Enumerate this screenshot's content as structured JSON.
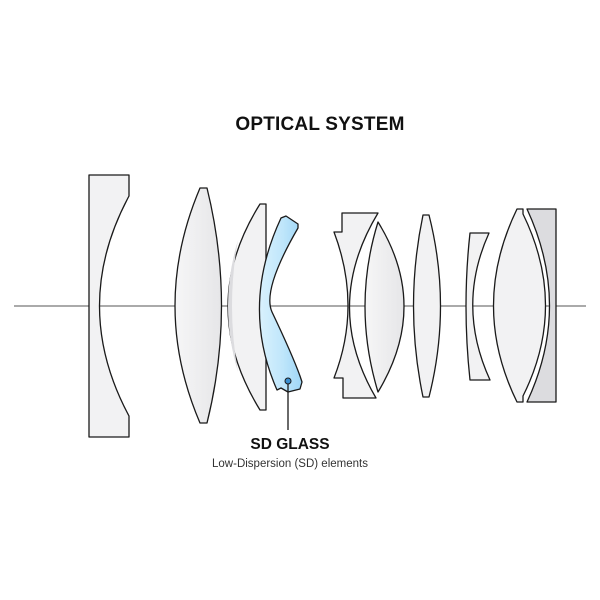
{
  "title": "OPTICAL SYSTEM",
  "callout": {
    "label": "SD GLASS",
    "description": "Low-Dispersion (SD) elements"
  },
  "colors": {
    "lens_fill": "#f2f2f3",
    "lens_shade": "#dcdcdf",
    "lens_stroke": "#1a1a1a",
    "sd_glass_fill": "#bfe6fb",
    "sd_glass_highlight": "#8fd0f5",
    "optical_axis": "#555555"
  }
}
